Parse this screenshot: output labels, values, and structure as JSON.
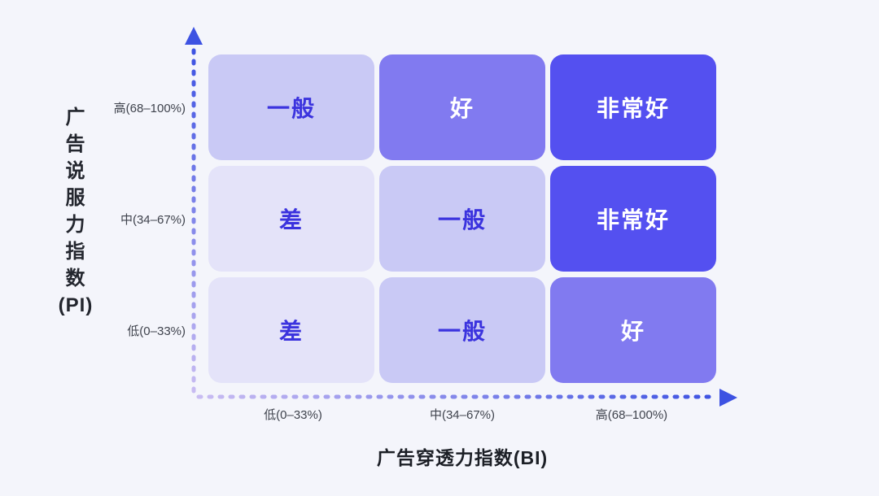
{
  "chart_data": {
    "type": "heatmap",
    "title": "",
    "xlabel": "广告穿透力指数(BI)",
    "ylabel": "广告说服力指数(PI)",
    "x_categories": [
      "低(0–33%)",
      "中(34–67%)",
      "高(68–100%)"
    ],
    "y_categories_top_to_bottom": [
      "高(68–100%)",
      "中(34–67%)",
      "低(0–33%)"
    ],
    "rows_top_to_bottom": [
      [
        "一般",
        "好",
        "非常好"
      ],
      [
        "差",
        "一般",
        "非常好"
      ],
      [
        "差",
        "一般",
        "好"
      ]
    ],
    "legend": "none",
    "grid": "off"
  },
  "page": {
    "background": "#f4f5fb"
  },
  "chart": {
    "y_axis": {
      "title": "广告说服力指数(PI)",
      "title_chars": [
        "广",
        "告",
        "说",
        "服",
        "力",
        "指",
        "数",
        "(PI)"
      ],
      "ticks": [
        "高(68–100%)",
        "中(34–67%)",
        "低(0–33%)"
      ]
    },
    "x_axis": {
      "title": "广告穿透力指数(BI)",
      "ticks": [
        "低(0–33%)",
        "中(34–67%)",
        "高(68–100%)"
      ]
    },
    "levels": {
      "poor": {
        "label": "差",
        "bg": "#e4e3f9",
        "text": "#3b33de"
      },
      "average": {
        "label": "一般",
        "bg": "#c9c9f5",
        "text": "#3b33de"
      },
      "good": {
        "label": "好",
        "bg": "#817af0",
        "text": "#ffffff"
      },
      "excellent": {
        "label": "非常好",
        "bg": "#5450f0",
        "text": "#ffffff"
      }
    },
    "cells": [
      [
        "average",
        "good",
        "excellent"
      ],
      [
        "poor",
        "average",
        "excellent"
      ],
      [
        "poor",
        "average",
        "good"
      ]
    ],
    "axis_style": {
      "gradient_light": "#cabdf2",
      "gradient_dark": "#3e53e2",
      "arrow_color": "#3d52e2"
    }
  }
}
